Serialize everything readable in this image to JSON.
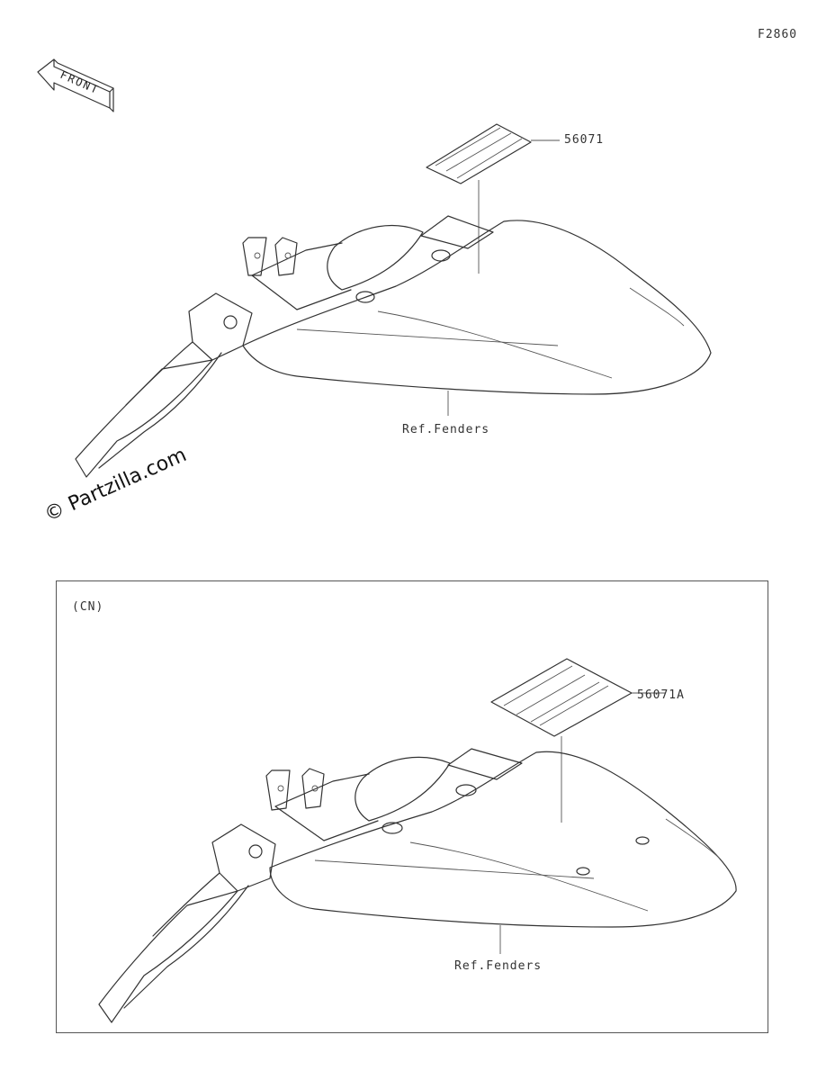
{
  "header": {
    "page_code": "F2860"
  },
  "front_arrow": {
    "text": "FRONT"
  },
  "watermark": {
    "text": "© Partzilla.com"
  },
  "top_diagram": {
    "labels": [
      {
        "text": "56071"
      },
      {
        "text": "Ref.Fenders"
      }
    ]
  },
  "cn_panel": {
    "tag": "(CN)",
    "labels": [
      {
        "text": "56071A"
      },
      {
        "text": "Ref.Fenders"
      }
    ]
  }
}
